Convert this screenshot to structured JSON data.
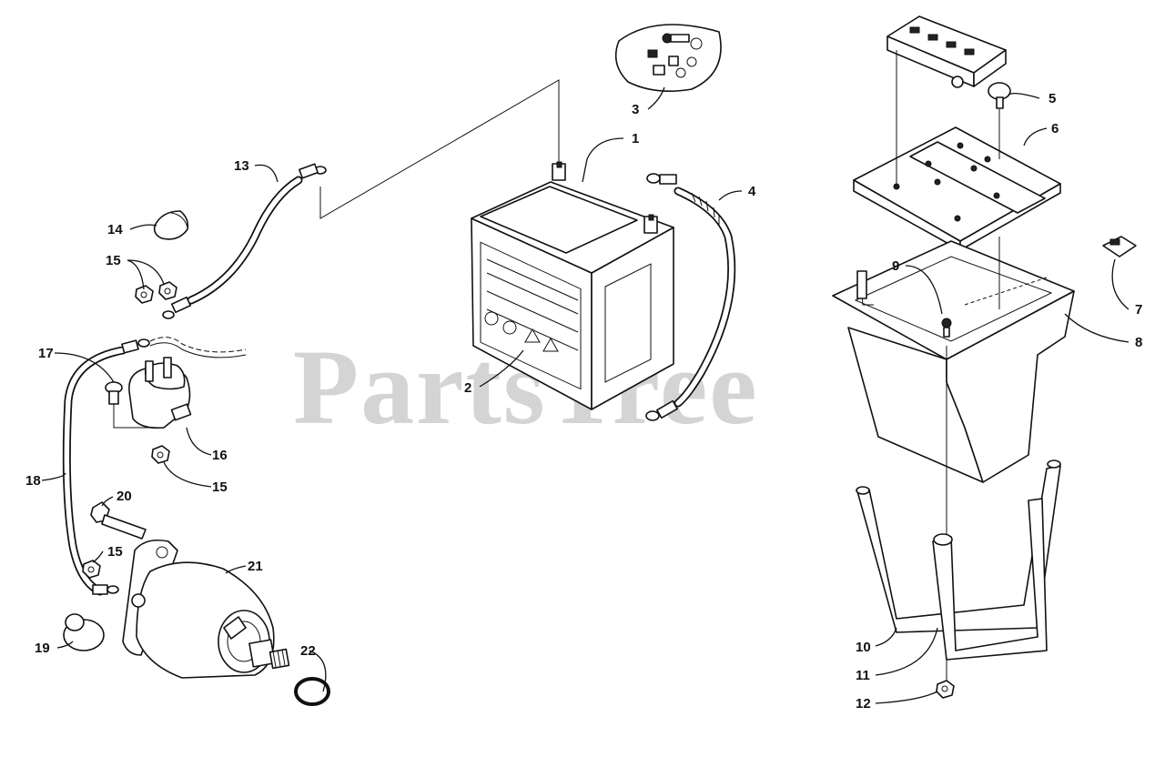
{
  "watermark": "PartsTree",
  "callouts": [
    {
      "id": "c1",
      "label": "1"
    },
    {
      "id": "c2",
      "label": "2"
    },
    {
      "id": "c3",
      "label": "3"
    },
    {
      "id": "c4",
      "label": "4"
    },
    {
      "id": "c5",
      "label": "5"
    },
    {
      "id": "c6",
      "label": "6"
    },
    {
      "id": "c7",
      "label": "7"
    },
    {
      "id": "c8",
      "label": "8"
    },
    {
      "id": "c9",
      "label": "9"
    },
    {
      "id": "c10",
      "label": "10"
    },
    {
      "id": "c11",
      "label": "11"
    },
    {
      "id": "c12",
      "label": "12"
    },
    {
      "id": "c13",
      "label": "13"
    },
    {
      "id": "c14",
      "label": "14"
    },
    {
      "id": "c15a",
      "label": "15"
    },
    {
      "id": "c15b",
      "label": "15"
    },
    {
      "id": "c15c",
      "label": "15"
    },
    {
      "id": "c16",
      "label": "16"
    },
    {
      "id": "c17",
      "label": "17"
    },
    {
      "id": "c18",
      "label": "18"
    },
    {
      "id": "c19",
      "label": "19"
    },
    {
      "id": "c20",
      "label": "20"
    },
    {
      "id": "c21",
      "label": "21"
    },
    {
      "id": "c22",
      "label": "22"
    }
  ]
}
